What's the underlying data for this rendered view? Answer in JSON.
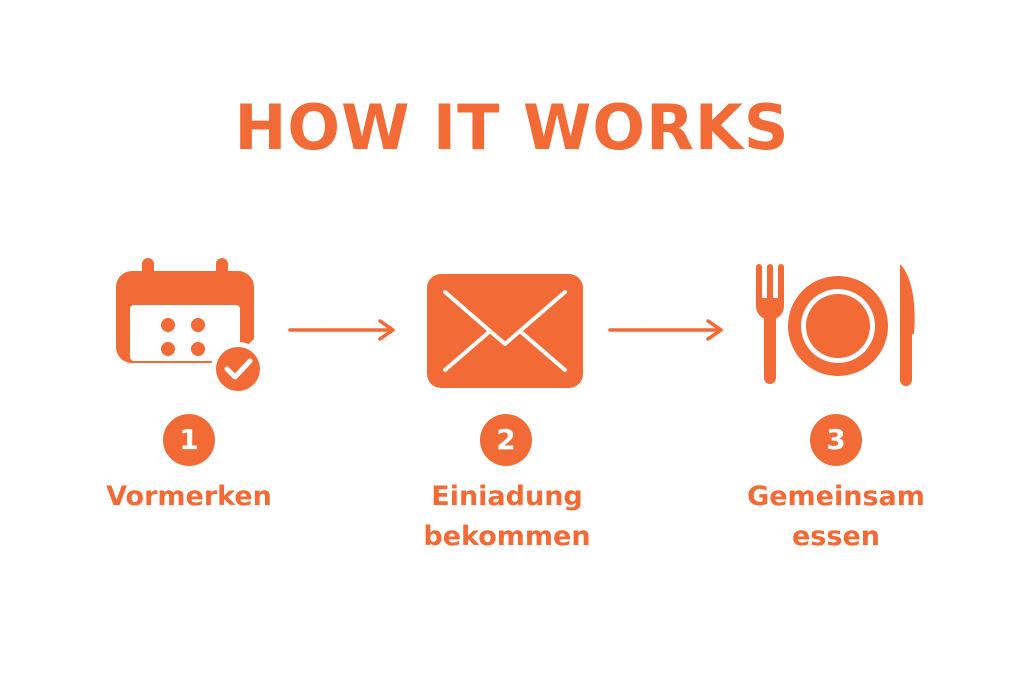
{
  "header": {
    "title": "HOW IT WORKS"
  },
  "colors": {
    "accent": "#F26A36",
    "background": "#FFFFFF"
  },
  "steps": [
    {
      "number": "1",
      "icon": "calendar-check-icon",
      "label_line1": "Vormerken",
      "label_line2": ""
    },
    {
      "number": "2",
      "icon": "envelope-icon",
      "label_line1": "Einiadung",
      "label_line2": "bekommen"
    },
    {
      "number": "3",
      "icon": "fork-plate-knife-icon",
      "label_line1": "Gemeinsam",
      "label_line2": "essen"
    }
  ]
}
